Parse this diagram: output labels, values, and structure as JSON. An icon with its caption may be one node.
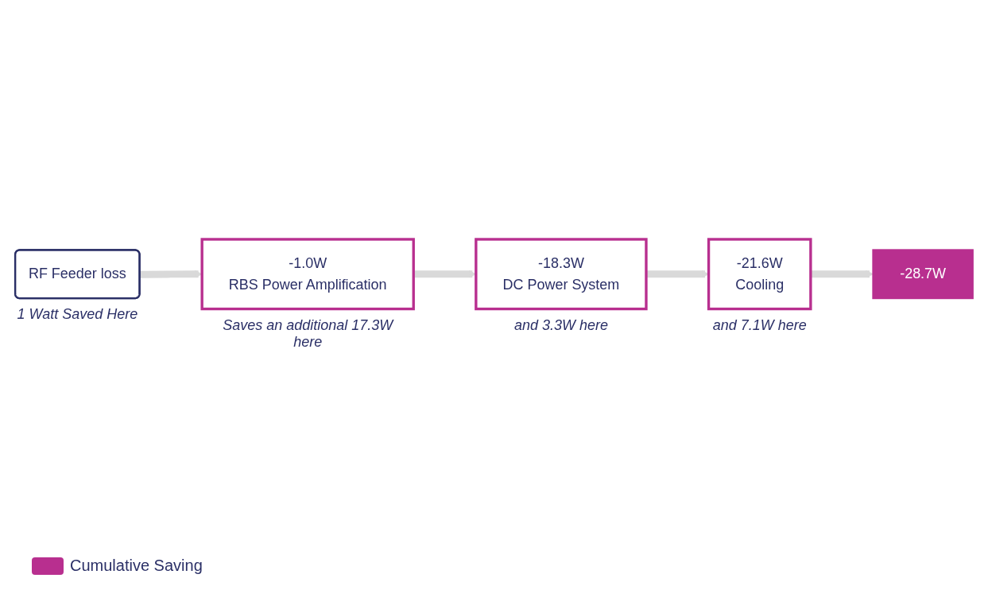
{
  "diagram": {
    "nodes": [
      {
        "text": [
          "RF Feeder loss"
        ],
        "beside": [
          "1 Watt Saved Here"
        ]
      },
      {
        "text": [
          "-1.0W",
          "RBS Power Amplification"
        ],
        "beside": [
          "Saves an additional 17.3W here"
        ]
      },
      {
        "text": [
          "-18.3W",
          "DC Power System"
        ],
        "beside": [
          "and 3.3W here"
        ]
      },
      {
        "text": [
          "-21.6W",
          "Cooling"
        ],
        "beside": [
          "and 7.1W here"
        ]
      },
      {
        "text": [
          "-28.7W"
        ]
      }
    ],
    "edges": [
      {
        "from": 0,
        "to": 1,
        "arrow": "to"
      },
      {
        "from": 1,
        "to": 2,
        "arrow": "to"
      },
      {
        "from": 2,
        "to": 3,
        "arrow": "to"
      },
      {
        "from": 3,
        "to": 4,
        "arrow": "to"
      }
    ],
    "legend": [
      {
        "text": "Cumulative Saving",
        "color": "#b82f8f"
      }
    ]
  }
}
